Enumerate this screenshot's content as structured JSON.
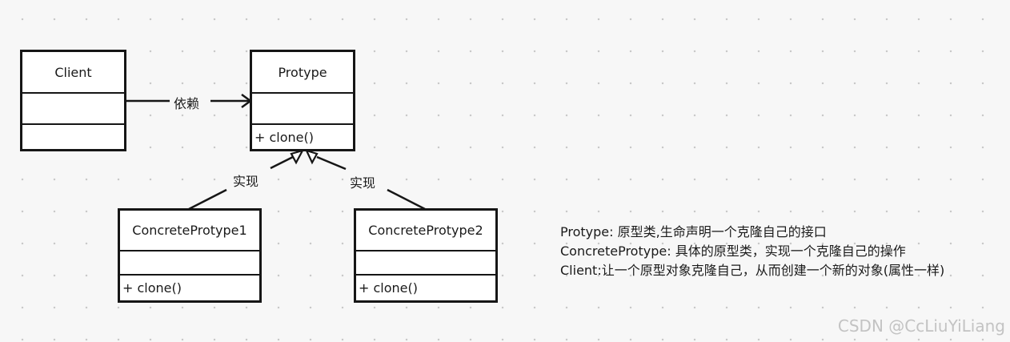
{
  "classes": {
    "client": {
      "name": "Client",
      "method": ""
    },
    "protype": {
      "name": "Protype",
      "method": "+ clone()"
    },
    "concrete1": {
      "name": "ConcreteProtype1",
      "method": "+ clone()"
    },
    "concrete2": {
      "name": "ConcreteProtype2",
      "method": "+ clone()"
    }
  },
  "relations": {
    "dependency_label": "依赖",
    "realization1_label": "实现",
    "realization2_label": "实现"
  },
  "notes": [
    "Protype: 原型类,生命声明一个克隆自己的接口",
    "ConcreteProtype: 具体的原型类，实现一个克隆自己的操作",
    "Client:让一个原型对象克隆自己，从而创建一个新的对象(属性一样)"
  ],
  "watermark": "CSDN @CcLiuYiLiang"
}
